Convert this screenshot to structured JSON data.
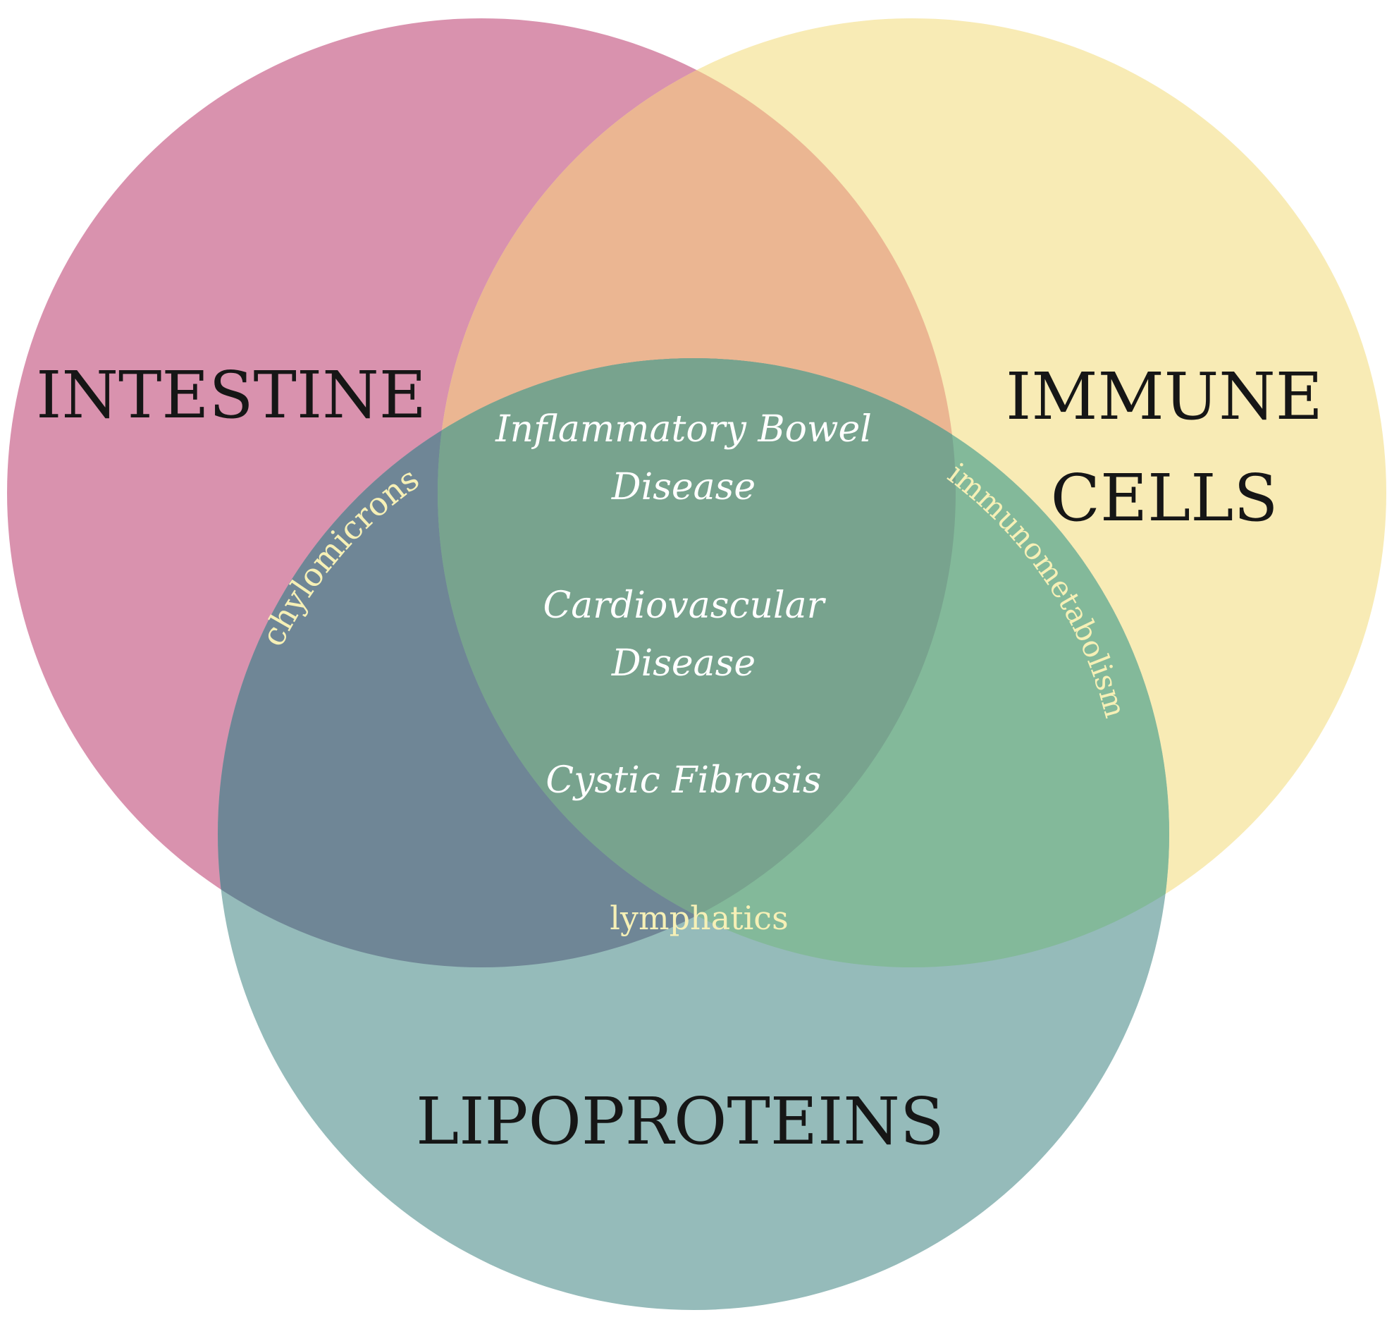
{
  "colors": {
    "intestine": "#d992ae",
    "immune": "#f8ebb5",
    "intestine_immune": "#ebb692",
    "lipoproteins": "#95bbba",
    "intestine_lipo": "#6f8696",
    "immune_lipo": "#83b99a",
    "center": "#78a38e",
    "curved_text": "#f6f0b6"
  },
  "sets": {
    "intestine": "INTESTINE",
    "immune_line1": "IMMUNE",
    "immune_line2": "CELLS",
    "lipoproteins": "LIPOPROTEINS"
  },
  "center": {
    "line1": "Inflammatory Bowel",
    "line2": "Disease",
    "line3": "Cardiovascular",
    "line4": "Disease",
    "line5": "Cystic Fibrosis"
  },
  "overlaps": {
    "intestine_lipoproteins": "chylomicrons",
    "immune_lipoproteins": "immunometabolism",
    "intestine_immune_lipoproteins": "lymphatics"
  }
}
